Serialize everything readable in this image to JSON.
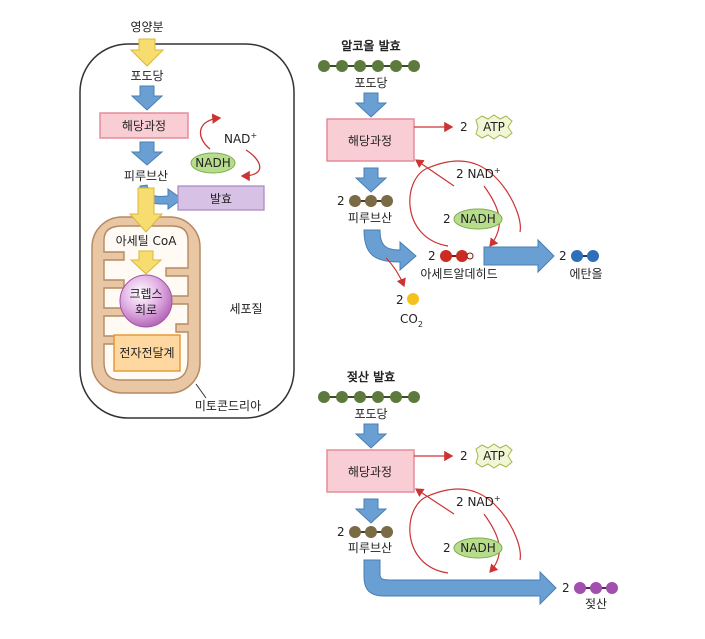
{
  "colors": {
    "blue_arrow": "#6a9fd3",
    "yellow_arrow": "#f7dc6f",
    "glycolysis_fill": "#f8cdd3",
    "glycolysis_stroke": "#e58c9a",
    "fermentation_fill": "#d7c2e6",
    "nadh_fill": "#b7dc8c",
    "mito_outer": "#e9c6a4",
    "krebs_fill": "#d79ad9",
    "etc_fill": "#ffd7a0",
    "red": "#cc3333",
    "glucose_bead": "#5b7a3c",
    "pyruvate_bead": "#7a6a45",
    "acetaldehyde_bead": "#cc2b22",
    "ethanol_bead": "#2f6fb8",
    "lactate_bead": "#a34fb0",
    "co2_bead": "#f4c21f"
  },
  "cell": {
    "nutrient": "영양분",
    "glucose": "포도당",
    "glycolysis": "해당과정",
    "nad": "NAD",
    "nad_sup": "+",
    "nadh": "NADH",
    "pyruvate": "피루브산",
    "fermentation": "발효",
    "acetyl_coa": "아세틸 CoA",
    "krebs_line1": "크렙스",
    "krebs_line2": "회로",
    "etc": "전자전달계",
    "cytoplasm": "세포질",
    "mitochondria": "미토콘드리아"
  },
  "alcohol": {
    "title": "알코올 발효",
    "glucose": "포도당",
    "glycolysis": "해당과정",
    "atp_count": "2",
    "atp": "ATP",
    "nad_text": "2 NAD",
    "nad_sup": "+",
    "nadh_count": "2",
    "nadh": "NADH",
    "pyruvate_count": "2",
    "pyruvate": "피루브산",
    "acetaldehyde_count": "2",
    "acetaldehyde": "아세트알데히드",
    "ethanol_count": "2",
    "ethanol": "에탄올",
    "co2_count": "2",
    "co2": "CO",
    "co2_sub": "2"
  },
  "lactic": {
    "title": "젖산 발효",
    "glucose": "포도당",
    "glycolysis": "해당과정",
    "atp_count": "2",
    "atp": "ATP",
    "nad_text": "2 NAD",
    "nad_sup": "+",
    "nadh_count": "2",
    "nadh": "NADH",
    "pyruvate_count": "2",
    "pyruvate": "피루브산",
    "lactate_count": "2",
    "lactate": "젖산"
  }
}
